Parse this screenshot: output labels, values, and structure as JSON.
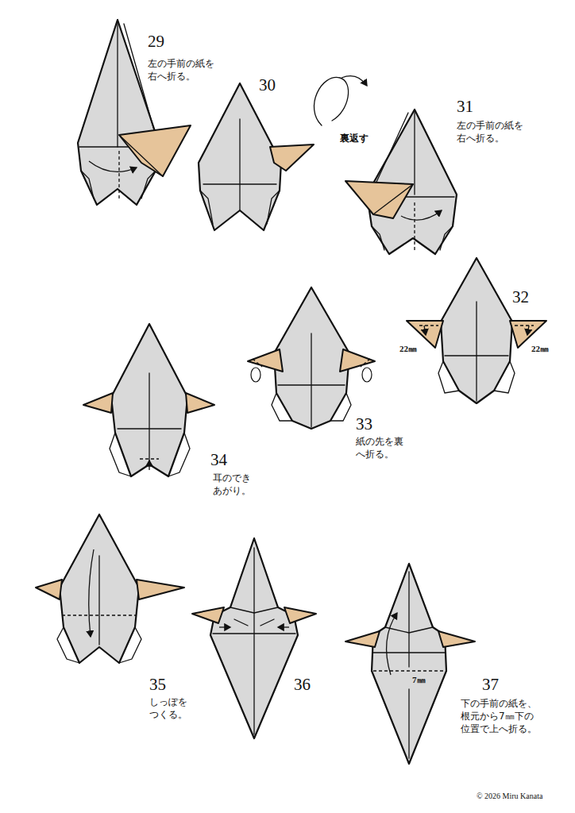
{
  "diagram": {
    "labels": [
      "29",
      "左の手前の紙を 右へ折る。",
      "30",
      "裏返す",
      "31",
      "左の手前の紙を 右へ折る。",
      "32",
      "22㎜",
      "22㎜",
      "33",
      "紙の先を裏 へ折る。",
      "34",
      "耳のでき あがり。",
      "35",
      "しっぽを つくる。",
      "36",
      "37",
      "7㎜",
      "下の手前の紙を、 根元から7㎜下の 位置で上へ折る。",
      "© 2026 Miru Kanata"
    ]
  }
}
